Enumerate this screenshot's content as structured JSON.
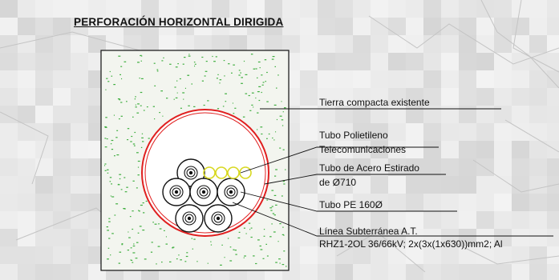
{
  "title": "PERFORACIÓN HORIZONTAL DIRIGIDA",
  "labels": {
    "tierra": "Tierra compacta existente",
    "tubo_pe_line1": "Tubo Polietileno",
    "tubo_pe_line2": "Telecomunicaciones",
    "acero_line1": "Tubo de Acero Estirado",
    "acero_line2": "de Ø710",
    "pe160": "Tubo PE 160Ø",
    "linea_line1": "Línea Subterránea A.T.",
    "linea_line2": "RHZ1-2OL 36/66kV; 2x(3x(1x630))mm2; Al"
  },
  "colors": {
    "background": "#e4e4e4",
    "soil_hatch": "#3fae3f",
    "steel_pipe": "#e02020",
    "telecom_pipe": "#d8d820",
    "linework": "#111111"
  }
}
